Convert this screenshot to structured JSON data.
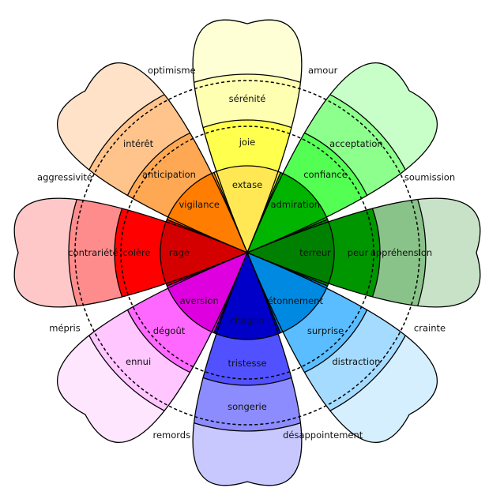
{
  "petals": [
    {
      "name": "joie",
      "colors": [
        "#ffe854",
        "#ffff4d",
        "#ffffb1"
      ],
      "labels": [
        "extase",
        "joie",
        "sérénité"
      ]
    },
    {
      "name": "confiance",
      "colors": [
        "#00b400",
        "#54ff54",
        "#8cff8c"
      ],
      "labels": [
        "admiration",
        "confiance",
        "acceptation"
      ]
    },
    {
      "name": "peur",
      "colors": [
        "#008000",
        "#009600",
        "#8ac38a"
      ],
      "labels": [
        "terreur",
        "peur",
        "appréhension"
      ]
    },
    {
      "name": "surprise",
      "colors": [
        "#0089e0",
        "#59bdff",
        "#a5dbff"
      ],
      "labels": [
        "étonnement",
        "surprise",
        "distraction"
      ]
    },
    {
      "name": "tristesse",
      "colors": [
        "#0000c8",
        "#5151ff",
        "#8c8cff"
      ],
      "labels": [
        "chagrin",
        "tristesse",
        "songerie"
      ]
    },
    {
      "name": "dégoût",
      "colors": [
        "#de00de",
        "#ff68ff",
        "#ffc6ff"
      ],
      "labels": [
        "aversion",
        "dégoût",
        "ennui"
      ]
    },
    {
      "name": "colère",
      "colors": [
        "#d40000",
        "#ff0000",
        "#ff8c8c"
      ],
      "labels": [
        "rage",
        "colère",
        "contrariété"
      ]
    },
    {
      "name": "anticipation",
      "colors": [
        "#ff7d00",
        "#ffa854",
        "#ffc48c"
      ],
      "labels": [
        "vigilance",
        "anticipation",
        "intérêt"
      ]
    }
  ],
  "tipColors": [
    "#ffffd6",
    "#c8ffc8",
    "#c8e2c8",
    "#d6efff",
    "#c8c8ff",
    "#ffe6ff",
    "#ffc8c8",
    "#ffe2c8"
  ],
  "dyads": [
    "amour",
    "soumission",
    "crainte",
    "désappointement",
    "remords",
    "mépris",
    "aggressivité",
    "optimisme"
  ]
}
